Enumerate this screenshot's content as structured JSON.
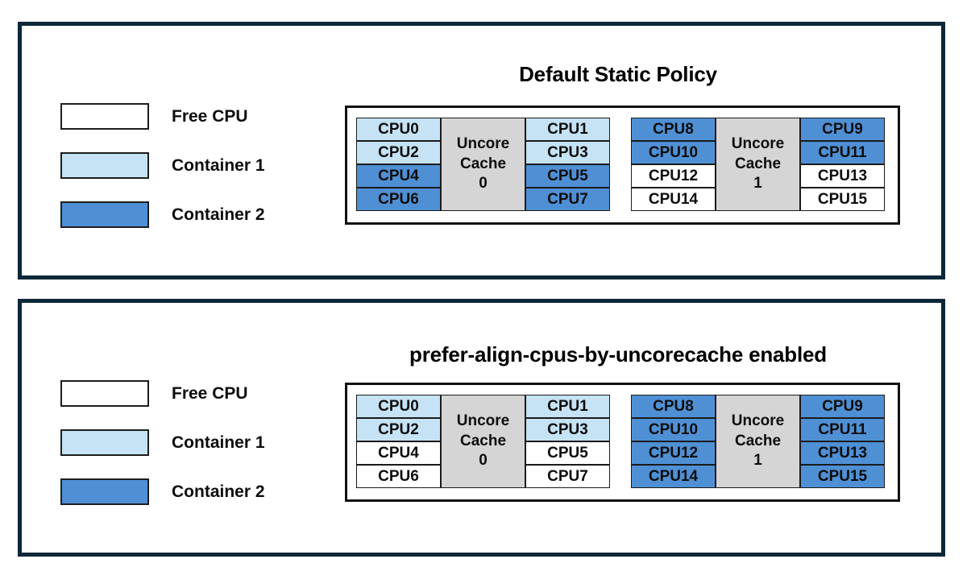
{
  "colors": {
    "free_cpu": "#FFFFFF",
    "container_1": "#C5E3F5",
    "container_2": "#4F90D5",
    "uncore_cache_fill": "#D5D5D5",
    "panel_border": "#0C2738",
    "cell_border": "#1A1A1A"
  },
  "legend": {
    "items": [
      {
        "label": "Free CPU",
        "color_key": "free"
      },
      {
        "label": "Container 1",
        "color_key": "container1"
      },
      {
        "label": "Container 2",
        "color_key": "container2"
      }
    ]
  },
  "panels": [
    {
      "title": "Default Static Policy",
      "caches": [
        {
          "label": "Uncore\nCache\n0",
          "left_cpus": [
            {
              "label": "CPU0",
              "owner": "container1"
            },
            {
              "label": "CPU2",
              "owner": "container1"
            },
            {
              "label": "CPU4",
              "owner": "container2"
            },
            {
              "label": "CPU6",
              "owner": "container2"
            }
          ],
          "right_cpus": [
            {
              "label": "CPU1",
              "owner": "container1"
            },
            {
              "label": "CPU3",
              "owner": "container1"
            },
            {
              "label": "CPU5",
              "owner": "container2"
            },
            {
              "label": "CPU7",
              "owner": "container2"
            }
          ]
        },
        {
          "label": "Uncore\nCache\n1",
          "left_cpus": [
            {
              "label": "CPU8",
              "owner": "container2"
            },
            {
              "label": "CPU10",
              "owner": "container2"
            },
            {
              "label": "CPU12",
              "owner": "free"
            },
            {
              "label": "CPU14",
              "owner": "free"
            }
          ],
          "right_cpus": [
            {
              "label": "CPU9",
              "owner": "container2"
            },
            {
              "label": "CPU11",
              "owner": "container2"
            },
            {
              "label": "CPU13",
              "owner": "free"
            },
            {
              "label": "CPU15",
              "owner": "free"
            }
          ]
        }
      ]
    },
    {
      "title": "prefer-align-cpus-by-uncorecache enabled",
      "caches": [
        {
          "label": "Uncore\nCache\n0",
          "left_cpus": [
            {
              "label": "CPU0",
              "owner": "container1"
            },
            {
              "label": "CPU2",
              "owner": "container1"
            },
            {
              "label": "CPU4",
              "owner": "free"
            },
            {
              "label": "CPU6",
              "owner": "free"
            }
          ],
          "right_cpus": [
            {
              "label": "CPU1",
              "owner": "container1"
            },
            {
              "label": "CPU3",
              "owner": "container1"
            },
            {
              "label": "CPU5",
              "owner": "free"
            },
            {
              "label": "CPU7",
              "owner": "free"
            }
          ]
        },
        {
          "label": "Uncore\nCache\n1",
          "left_cpus": [
            {
              "label": "CPU8",
              "owner": "container2"
            },
            {
              "label": "CPU10",
              "owner": "container2"
            },
            {
              "label": "CPU12",
              "owner": "container2"
            },
            {
              "label": "CPU14",
              "owner": "container2"
            }
          ],
          "right_cpus": [
            {
              "label": "CPU9",
              "owner": "container2"
            },
            {
              "label": "CPU11",
              "owner": "container2"
            },
            {
              "label": "CPU13",
              "owner": "container2"
            },
            {
              "label": "CPU15",
              "owner": "container2"
            }
          ]
        }
      ]
    }
  ]
}
